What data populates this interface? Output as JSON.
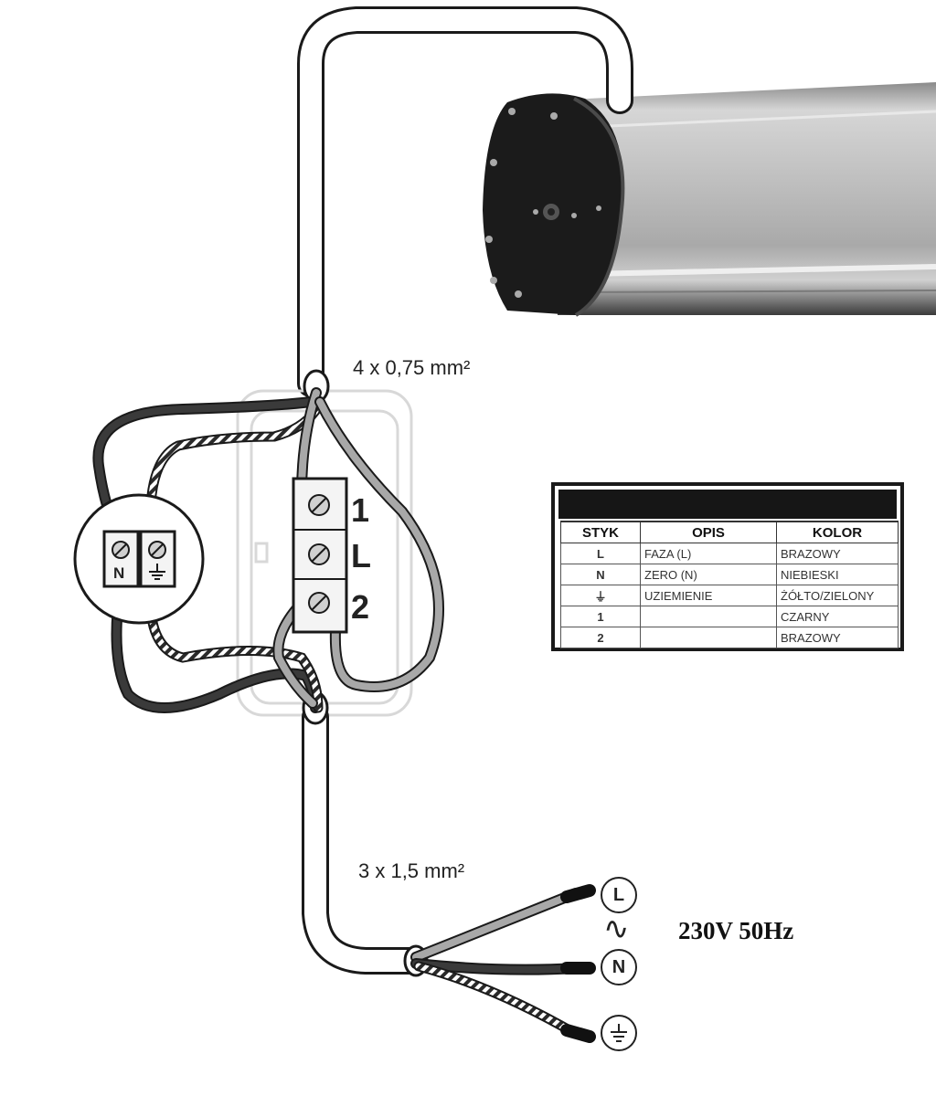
{
  "cables": {
    "top": "4 x 0,75 mm²",
    "bottom": "3 x 1,5 mm²"
  },
  "terminals": {
    "t1": "1",
    "tL": "L",
    "t2": "2",
    "small_n": "N"
  },
  "supply": {
    "voltage": "230V 50Hz",
    "tilde": "∿",
    "L": "L",
    "N": "N",
    "ground_icon": "ground-icon"
  },
  "table": {
    "title": "",
    "headers": [
      "STYK",
      "OPIS",
      "KOLOR"
    ],
    "rows": [
      {
        "styk": "L",
        "opis": "FAZA (L)",
        "kolor": "BRAZOWY"
      },
      {
        "styk": "N",
        "opis": "ZERO (N)",
        "kolor": "NIEBIESKI"
      },
      {
        "styk": "⏚",
        "opis": "UZIEMIENIE",
        "kolor": "ŻÓŁTO/ZIELONY"
      },
      {
        "styk": "1",
        "opis": "",
        "kolor": "CZARNY"
      },
      {
        "styk": "2",
        "opis": "",
        "kolor": "BRAZOWY"
      }
    ]
  },
  "colors": {
    "motor_body": "#1b1b1b",
    "tube": "#b8b8b8",
    "wire_black": "#3a3a3a",
    "wire_grey": "#a8a8a8",
    "cable_outline": "#1a1a1a"
  }
}
